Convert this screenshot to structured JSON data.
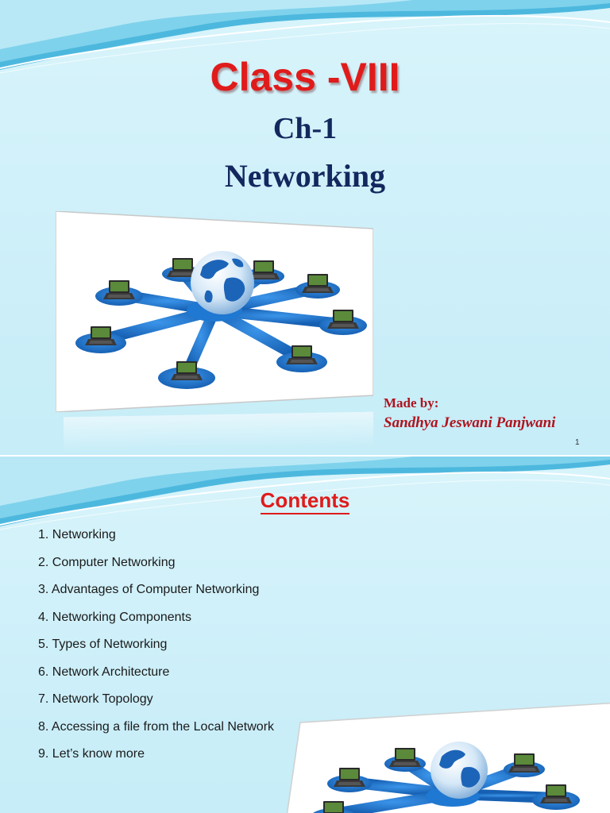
{
  "slide1": {
    "class_title": "Class -VIII",
    "chapter": "Ch-1",
    "topic": "Networking",
    "made_by_label": "Made by:",
    "author": "Sandhya Jeswani Panjwani",
    "page_number": "1"
  },
  "slide2": {
    "heading": "Contents",
    "items": [
      "1. Networking",
      "2. Computer Networking",
      "3. Advantages of Computer Networking",
      "4. Networking Components",
      "5. Types of Networking",
      "6. Network Architecture",
      "7. Network Topology",
      "8. Accessing a file from the Local Network",
      "9. Let’s know more"
    ]
  },
  "colors": {
    "background": "#cdeff9",
    "title_red": "#e01b1b",
    "heading_navy": "#13285e",
    "author_red": "#b0131d",
    "network_blue": "#1f78d1"
  }
}
